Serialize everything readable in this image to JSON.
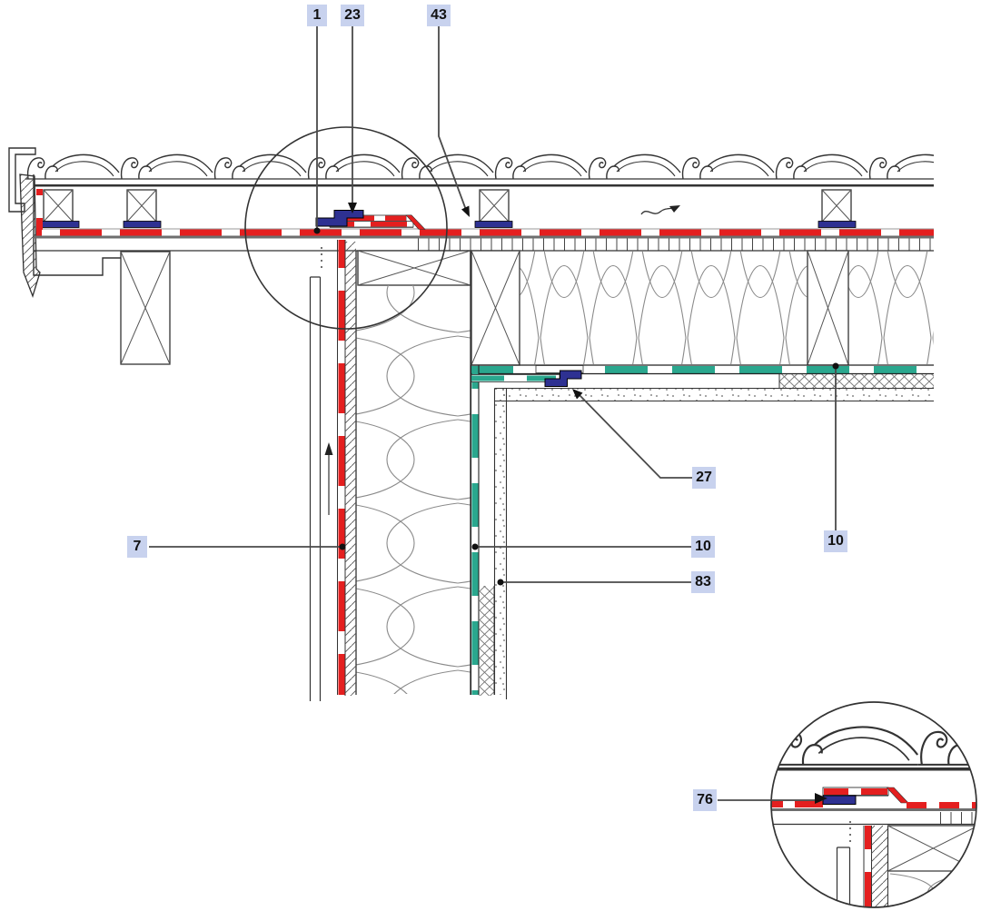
{
  "drawing": {
    "kind": "construction detail section, roof-wall junction",
    "labels": [
      {
        "value": "1"
      },
      {
        "value": "23"
      },
      {
        "value": "43"
      },
      {
        "value": "27"
      },
      {
        "value": "7"
      },
      {
        "value": "10"
      },
      {
        "value": "83"
      },
      {
        "value": "10"
      },
      {
        "value": "76"
      }
    ],
    "colors": {
      "membrane_red": "#e41f1f",
      "membrane_teal": "#2aa78e",
      "seal_blue": "#2e3192",
      "label_background": "#c8d2ee",
      "line_dark": "#333333",
      "line_grey": "#8a8a8a"
    }
  }
}
